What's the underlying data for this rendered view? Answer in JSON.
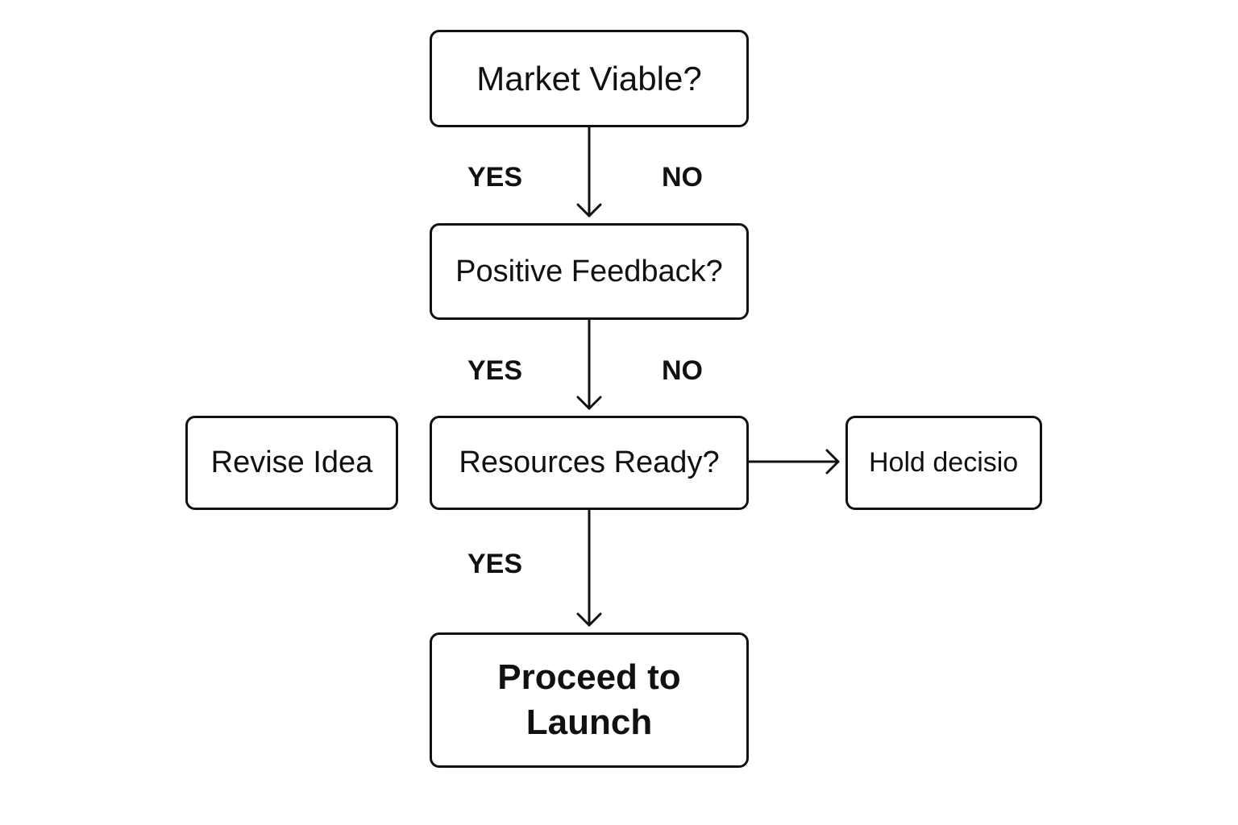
{
  "nodes": {
    "market_viable": "Market Viable?",
    "positive_feedback": "Positive Feedback?",
    "resources_ready": "Resources Ready?",
    "revise_idea": "Revise Idea",
    "hold_decision": "Hold decisio",
    "proceed_to_launch": "Proceed to Launch"
  },
  "edge_labels": {
    "yes_1": "YES",
    "no_1": "NO",
    "yes_2": "YES",
    "no_2": "NO",
    "yes_3": "YES"
  },
  "colors": {
    "stroke": "#111111",
    "background": "#ffffff"
  }
}
